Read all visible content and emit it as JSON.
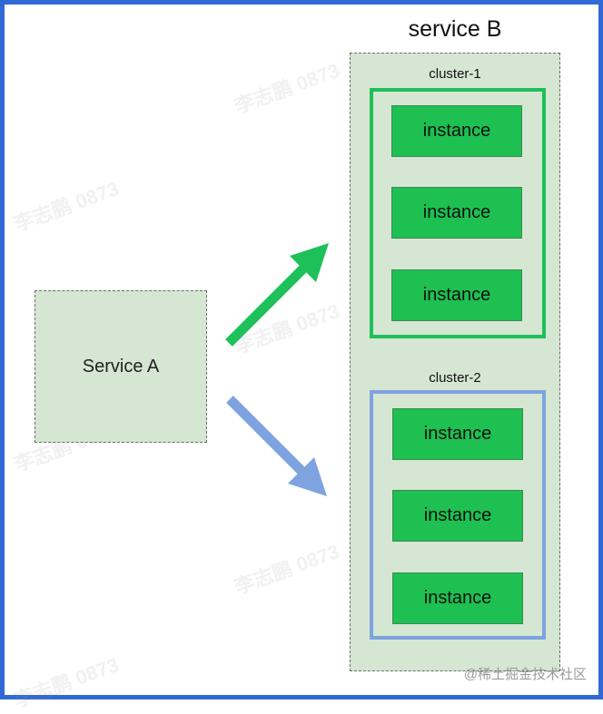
{
  "service_a": {
    "label": "Service A"
  },
  "service_b": {
    "title": "service B",
    "clusters": [
      {
        "label": "cluster-1",
        "color": "#1fbf5a",
        "instances": [
          "instance",
          "instance",
          "instance"
        ]
      },
      {
        "label": "cluster-2",
        "color": "#7fa3df",
        "instances": [
          "instance",
          "instance",
          "instance"
        ]
      }
    ]
  },
  "arrows": [
    {
      "from": "Service A",
      "to": "cluster-1",
      "color": "#1ec05a"
    },
    {
      "from": "Service A",
      "to": "cluster-2",
      "color": "#7fa3df"
    }
  ],
  "watermark": "李志鹏 0873",
  "credit": "@稀土掘金技术社区"
}
